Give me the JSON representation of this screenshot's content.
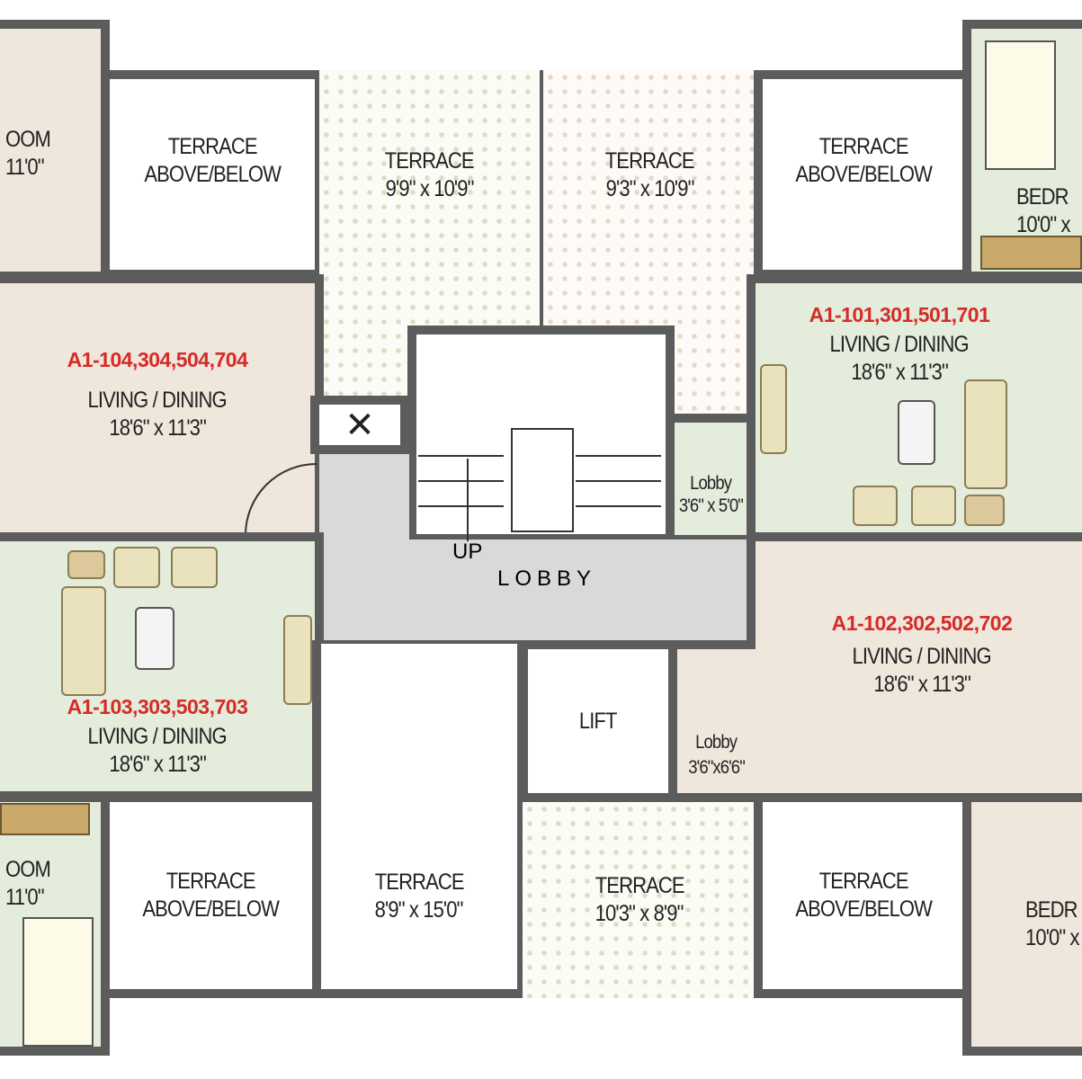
{
  "rooms": {
    "bedroom_top_left": {
      "name": "OOM",
      "size": "11'0\""
    },
    "terrace_top_1": {
      "name": "TERRACE",
      "size": "ABOVE/BELOW"
    },
    "terrace_top_2": {
      "name": "TERRACE",
      "size": "9'9\" x 10'9\""
    },
    "terrace_top_3": {
      "name": "TERRACE",
      "size": "9'3\" x 10'9\""
    },
    "terrace_top_4": {
      "name": "TERRACE",
      "size": "ABOVE/BELOW"
    },
    "bedroom_top_right": {
      "name": "BEDR",
      "size": "10'0\" x"
    },
    "living_104": {
      "unit": "A1-104,304,504,704",
      "name": "LIVING / DINING",
      "size": "18'6\" x 11'3\""
    },
    "living_101": {
      "unit": "A1-101,301,501,701",
      "name": "LIVING / DINING",
      "size": "18'6\" x 11'3\""
    },
    "living_103": {
      "unit": "A1-103,303,503,703",
      "name": "LIVING / DINING",
      "size": "18'6\" x 11'3\""
    },
    "living_102": {
      "unit": "A1-102,302,502,702",
      "name": "LIVING / DINING",
      "size": "18'6\" x 11'3\""
    },
    "lobby_small_1": {
      "name": "Lobby",
      "size": "3'6\" x 5'0\""
    },
    "lobby_small_2": {
      "name": "Lobby",
      "size": "3'6\"x6'6\""
    },
    "lobby": {
      "name": "LOBBY",
      "up": "UP"
    },
    "lift": {
      "name": "LIFT"
    },
    "bedroom_bottom_left": {
      "name": "OOM",
      "size": "11'0\""
    },
    "terrace_bottom_1": {
      "name": "TERRACE",
      "size": "ABOVE/BELOW"
    },
    "terrace_bottom_2": {
      "name": "TERRACE",
      "size": "8'9\" x 15'0\""
    },
    "terrace_bottom_3": {
      "name": "TERRACE",
      "size": "10'3\" x 8'9\""
    },
    "terrace_bottom_4": {
      "name": "TERRACE",
      "size": "ABOVE/BELOW"
    },
    "bedroom_bottom_right": {
      "name": "BEDR",
      "size": "10'0\" x"
    }
  },
  "colors": {
    "wall": "#5c5c5c",
    "unit_label": "#d62b26",
    "beige_room": "#efe6dc",
    "green_room": "#e4ecdc",
    "lobby": "#d9d9d9"
  }
}
